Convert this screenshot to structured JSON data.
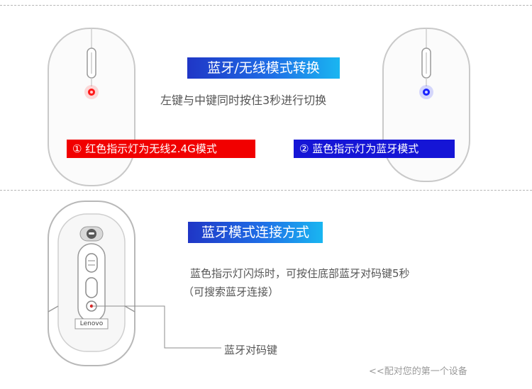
{
  "section1": {
    "title": "蓝牙/无线模式转换",
    "instruction": "左键与中键同时按住3秒进行切换",
    "wireless_tag": "① 红色指示灯为无线2.4G模式",
    "bluetooth_tag": "② 蓝色指示灯为蓝牙模式"
  },
  "section2": {
    "title": "蓝牙模式连接方式",
    "desc_line1": "蓝色指示灯闪烁时，可按住底部蓝牙对码键5秒",
    "desc_line2": "（可搜索蓝牙连接）",
    "callout_label": "蓝牙对码键",
    "brand_label": "Lenovo"
  },
  "footer": {
    "link_text": "<<配对您的第一个设备"
  },
  "colors": {
    "led_red": "#ff2a2a",
    "led_blue": "#2430ff",
    "tag_red": "#f10000",
    "tag_blue": "#1515d6",
    "accent_blue": "#1f6ee6"
  }
}
